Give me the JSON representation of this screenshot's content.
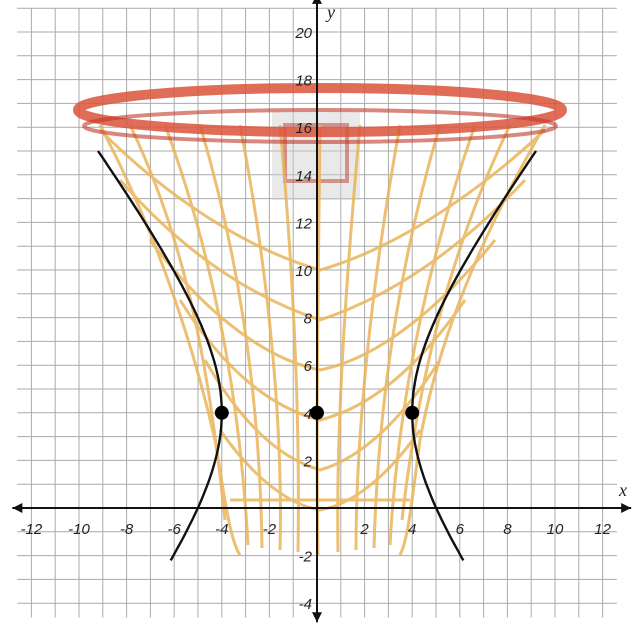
{
  "graph": {
    "axes": {
      "x": {
        "label": "x",
        "min": -12,
        "max": 12,
        "tick_step": 2
      },
      "y": {
        "label": "y",
        "min": -4,
        "max": 20,
        "tick_step": 2
      }
    },
    "x_tick_labels": [
      "-12",
      "-10",
      "-8",
      "-6",
      "-4",
      "-2",
      "2",
      "4",
      "6",
      "8",
      "10",
      "12"
    ],
    "y_tick_labels": [
      "-4",
      "-2",
      "2",
      "4",
      "6",
      "8",
      "10",
      "12",
      "14",
      "16",
      "18",
      "20"
    ],
    "grid": true,
    "background_image": "basketball-hoop-and-net",
    "hyperbola": {
      "center": [
        0,
        4
      ],
      "a": 4,
      "branches": [
        "left",
        "right"
      ],
      "y_range": [
        -2.2,
        15
      ]
    },
    "points": [
      {
        "x": -4,
        "y": 4
      },
      {
        "x": 0,
        "y": 4
      },
      {
        "x": 4,
        "y": 4
      }
    ],
    "colors": {
      "grid": "#aaaaaa",
      "axis": "#111111",
      "curve": "#111111",
      "rim": "#d9533a",
      "net": "#e9b45a"
    }
  }
}
